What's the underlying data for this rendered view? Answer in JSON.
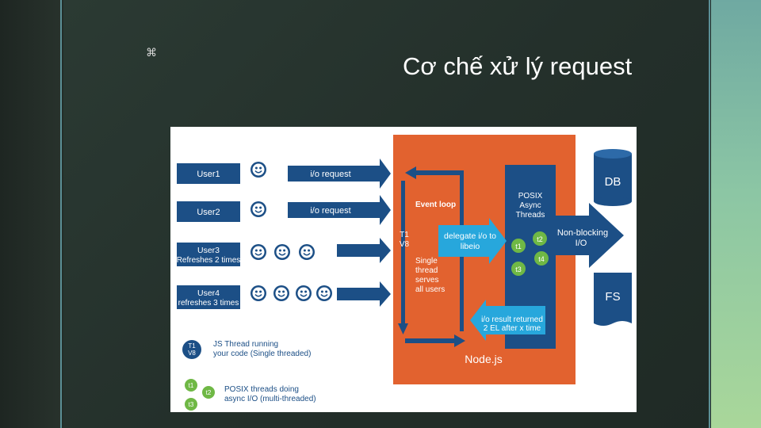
{
  "slide": {
    "icon": "z-logo-icon",
    "icon_glyph": "⌘",
    "title": "Cơ chế xử lý request"
  },
  "diagram": {
    "users": [
      {
        "line1": "User1",
        "line2": ""
      },
      {
        "line1": "User2",
        "line2": ""
      },
      {
        "line1": "User3",
        "line2": "Refreshes 2 times"
      },
      {
        "line1": "User4",
        "line2": "refreshes 3 times"
      }
    ],
    "io_request": "i/o request",
    "event_loop": "Event loop",
    "thread_t1": "T1",
    "thread_v8": "V8",
    "single_thread": [
      "Single",
      "thread",
      "serves",
      "all users"
    ],
    "delegate": [
      "delegate i/o to",
      "libeio"
    ],
    "posix": [
      "POSIX",
      "Async",
      "Threads"
    ],
    "threads": [
      "t1",
      "t2",
      "t3",
      "t4"
    ],
    "result": [
      "i/o result returned",
      "2 EL after x time"
    ],
    "nodejs": "Node.js",
    "non_blocking": [
      "Non-blocking",
      "I/O"
    ],
    "db": "DB",
    "fs": "FS",
    "legend_js": [
      "JS Thread running",
      "your code (Single threaded)"
    ],
    "legend_posix": [
      "POSIX threads doing",
      "async I/O (multi-threaded)"
    ]
  },
  "colors": {
    "navy": "#1c4f86",
    "orange": "#e2622f",
    "cyan": "#27a7dc",
    "green": "#6fb845"
  }
}
